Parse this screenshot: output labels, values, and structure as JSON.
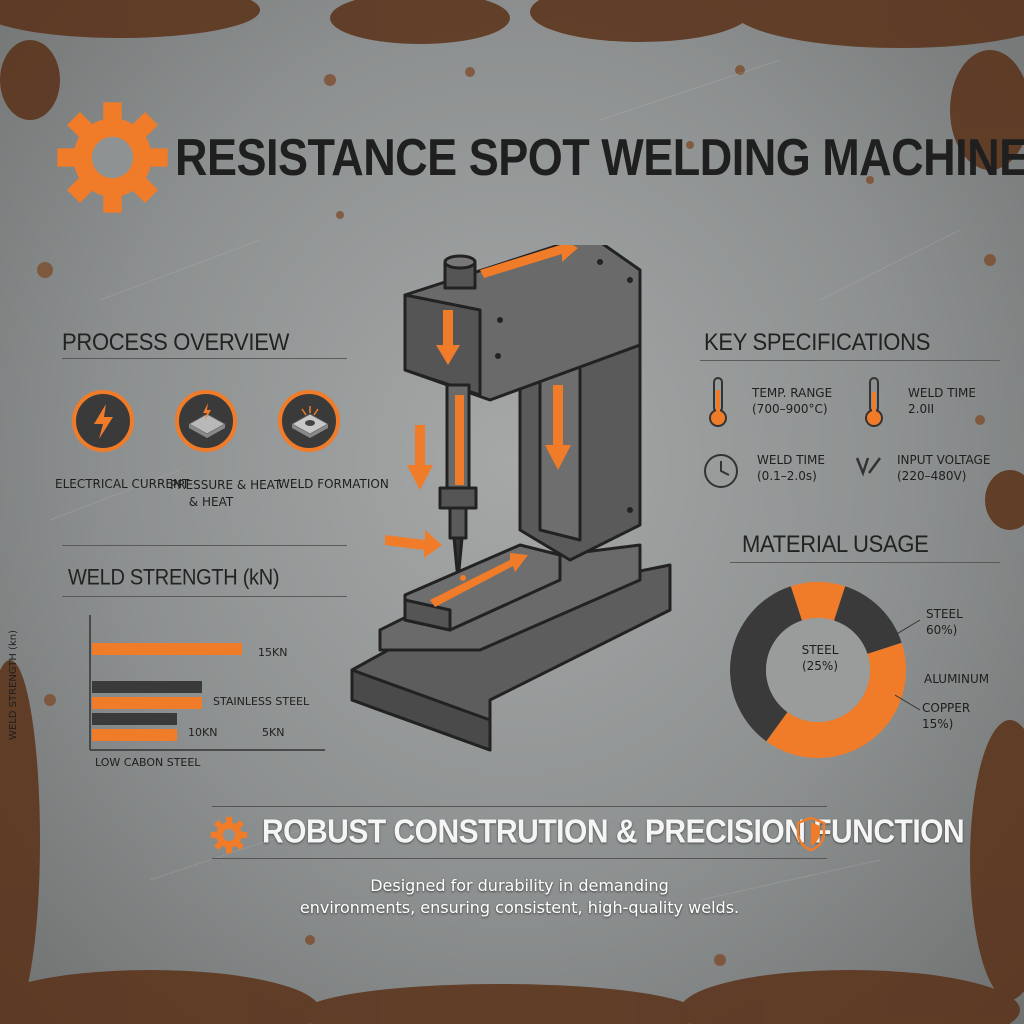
{
  "title": "RESISTANCE SPOT WELDING MACHINE",
  "process": {
    "heading": "PROCESS OVERVIEW",
    "steps": [
      {
        "label": "ELECTRICAL CURRENT",
        "icon": "lightning-icon"
      },
      {
        "label_line1": "PRESSURE & HEAT",
        "label_line2": "& HEAT",
        "icon": "pressure-plate-icon"
      },
      {
        "label": "WELD FORMATION",
        "icon": "weld-spot-icon"
      }
    ]
  },
  "strength": {
    "heading": "WELD STRENGTH (kN)",
    "ylabel": "WELD STRENGTH (kn)",
    "labels": {
      "bar1": "15KN",
      "bar2": "STAINLESS STEEL",
      "bar3a": "10KN",
      "bar3b": "5KN",
      "bottom": "LOW CABON STEEL"
    }
  },
  "chart_data": {
    "type": "bar",
    "orientation": "horizontal",
    "title": "WELD STRENGTH (kN)",
    "ylabel": "WELD STRENGTH (kn)",
    "series_colors": [
      "#f07c2a",
      "#3a3a3a"
    ],
    "bars": [
      {
        "color": "orange",
        "value": 15,
        "label": "15KN"
      },
      {
        "color": "dark",
        "value": 11,
        "label": "STAINLESS STEEL"
      },
      {
        "color": "orange",
        "value": 11,
        "label": "STAINLESS STEEL"
      },
      {
        "color": "dark",
        "value": 8.5,
        "label": "10KN"
      },
      {
        "color": "orange",
        "value": 8.5,
        "label": "5KN"
      }
    ]
  },
  "specs": {
    "heading": "KEY SPECIFICATIONS",
    "items": [
      {
        "icon": "thermometer-icon",
        "line1": "TEMP. RANGE",
        "line2": "(700–900°C)"
      },
      {
        "icon": "thermometer-icon",
        "line1": "WELD TIME",
        "line2": "2.0II"
      },
      {
        "icon": "clock-icon",
        "line1": "WELD TIME",
        "line2": "(0.1–2.0s)"
      },
      {
        "icon": "voltage-icon",
        "line1": "INPUT VOLTAGE",
        "line2": "(220–480V)"
      }
    ]
  },
  "material": {
    "heading": "MATERIAL USAGE",
    "center_line1": "STEEL",
    "center_line2": "(25%)",
    "labels": [
      {
        "line1": "STEEL",
        "line2": "60%)"
      },
      {
        "line1": "ALUMINUM",
        "line2": ""
      },
      {
        "line1": "COPPER",
        "line2": "15%)"
      }
    ],
    "donut": {
      "type": "pie",
      "slices": [
        {
          "name": "orange-top",
          "value": 10,
          "color": "#f07c2a"
        },
        {
          "name": "dark-right",
          "value": 15,
          "color": "#3a3a3a"
        },
        {
          "name": "orange-bottom",
          "value": 40,
          "color": "#f07c2a"
        },
        {
          "name": "dark-left",
          "value": 35,
          "color": "#3a3a3a"
        }
      ]
    }
  },
  "footer": {
    "heading": "ROBUST CONSTRUTION & PRECISION FUNCTION",
    "line1": "Designed for durability in demanding",
    "line2": "environments, ensuring consistent, high-quality welds."
  },
  "colors": {
    "accent": "#f07c2a",
    "dark": "#3a3a3a",
    "text": "#1f1f1f"
  }
}
